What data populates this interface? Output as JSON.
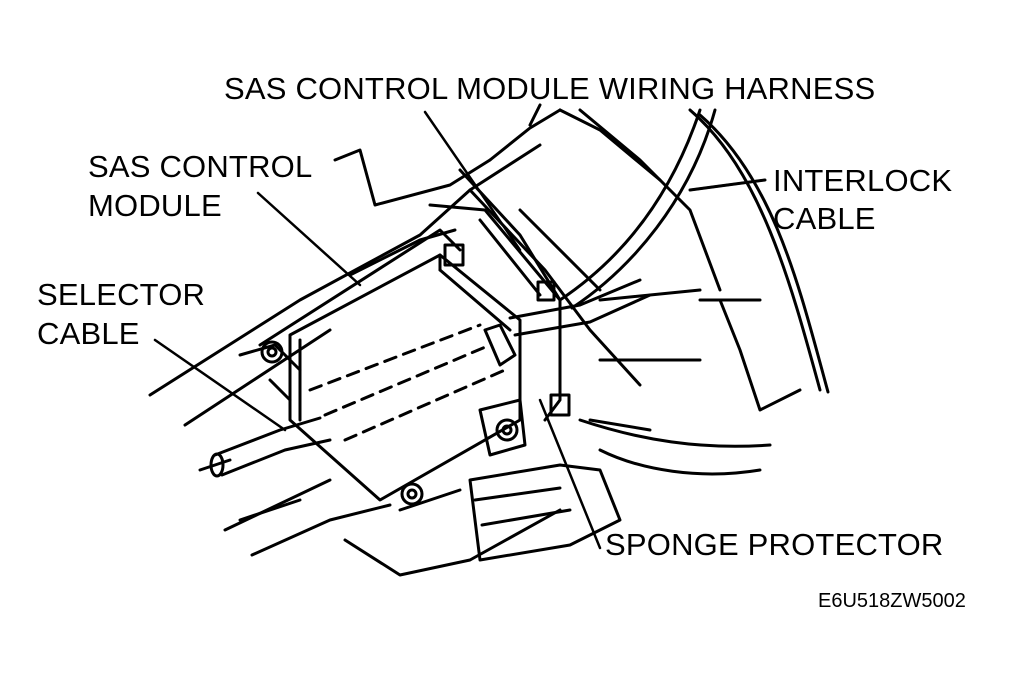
{
  "labels": {
    "wiring_harness": "SAS CONTROL MODULE WIRING HARNESS",
    "control_module_line1": "SAS CONTROL",
    "control_module_line2": "MODULE",
    "interlock_line1": "INTERLOCK",
    "interlock_line2": "CABLE",
    "selector_line1": "SELECTOR",
    "selector_line2": "CABLE",
    "sponge_protector": "SPONGE PROTECTOR"
  },
  "figure_code": "E6U518ZW5002",
  "colors": {
    "ink": "#000000",
    "paper": "#ffffff"
  }
}
